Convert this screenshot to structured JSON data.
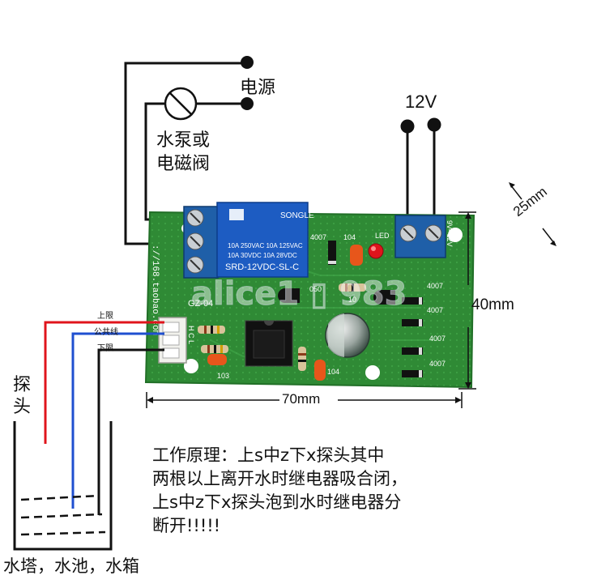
{
  "labels": {
    "power": "电源",
    "pump_line1": "水泵或",
    "pump_line2": "电磁阀",
    "voltage": "12V",
    "probe_line1": "探",
    "probe_line2": "头",
    "tank": "水塔，水池，水箱",
    "upper": "上限",
    "common": "公共线",
    "lower": "下限"
  },
  "dimensions": {
    "width": "70mm",
    "height": "40mm",
    "hole": "25mm"
  },
  "board": {
    "relay_brand": "SONGLE",
    "relay_spec1": "10A 250VAC  10A 125VAC",
    "relay_spec2": "10A  30VDC  10A  28VDC",
    "relay_model": "SRD-12VDC-SL-C",
    "diode_4007": "4007",
    "cap_104": "104",
    "cap_103": "103",
    "led": "LED",
    "supply_mark": "9V--12V",
    "model": "GZ-04",
    "url": "://168.taobao.com",
    "pins": "H C L",
    "res_050": "050",
    "res_10": "10"
  },
  "watermark": "alice1 ▯ 983",
  "description": [
    "工作原理：上s中z下x探头其中",
    "两根以上离开水时继电器吸合闭，",
    "上s中z下x探头泡到水时继电器分",
    "断开!!!!!"
  ],
  "colors": {
    "board": "#2f8a35",
    "terminal": "#1f5fa8",
    "relay": "#1d5cc2",
    "wire_red": "#e0141c",
    "wire_blue": "#1f4fd0",
    "wire_black": "#111111"
  }
}
